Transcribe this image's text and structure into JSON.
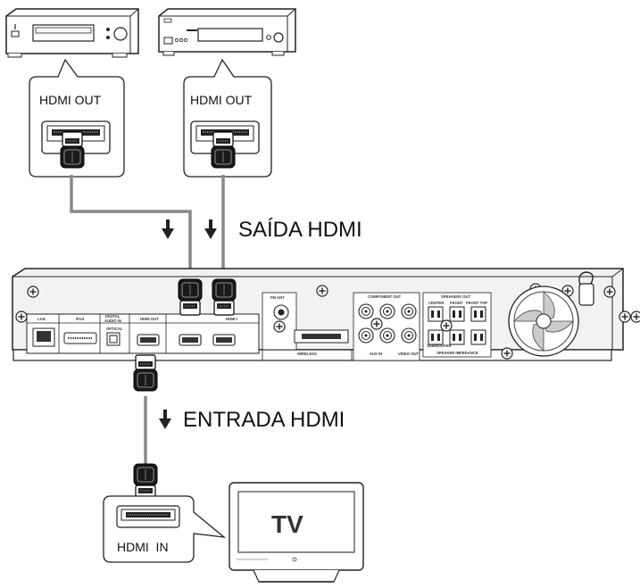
{
  "labels": {
    "hdmi_out_left": "HDMI OUT",
    "hdmi_out_right": "HDMI OUT",
    "saida_hdmi": "SAÍDA HDMI",
    "entrada_hdmi": "ENTRADA HDMI",
    "hdmi_in": "HDMI  IN",
    "tv": "TV"
  },
  "panel": {
    "lan": "LAN",
    "ipod": "iPod",
    "digital_audio_in_1": "DIGITAL",
    "digital_audio_in_2": "AUDIO IN",
    "optical": "OPTICAL",
    "hdmi_out": "HDMI OUT",
    "hdmi_in_partial": "HDMI I",
    "fm_ant": "FM ANT",
    "wireless": "WIRELESS",
    "component_out": "COMPONENT OUT",
    "aux_in": "AUX IN",
    "video_out": "VIDEO OUT",
    "speakers_out": "SPEAKERS OUT",
    "center": "CENTER",
    "front": "FRONT",
    "front_top": "FRONT TOP",
    "subwoofer": "SUBWOOFER",
    "speaker_impedance": "SPEAKER IMPEDANCE"
  },
  "colors": {
    "line": "#222222",
    "cable": "#888888",
    "panel_fill": "#f2f2f2",
    "plug_dark": "#1a1a1a"
  }
}
